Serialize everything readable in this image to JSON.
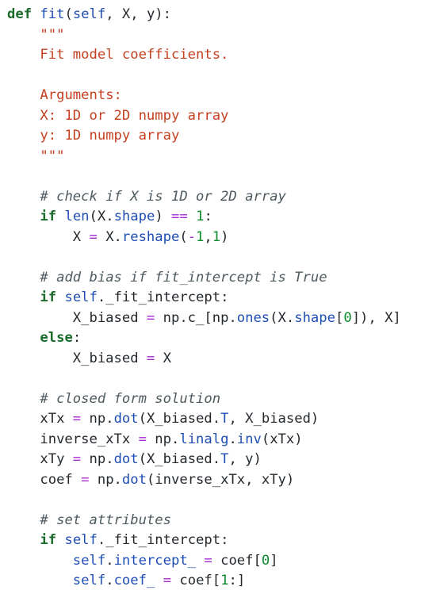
{
  "code": {
    "lines": [
      [
        [
          "kw",
          "def"
        ],
        [
          "id",
          " "
        ],
        [
          "fn",
          "fit"
        ],
        [
          "id",
          "("
        ],
        [
          "attr",
          "self"
        ],
        [
          "id",
          ", X, y):"
        ]
      ],
      [
        [
          "id",
          "    "
        ],
        [
          "str",
          "\"\"\""
        ]
      ],
      [
        [
          "id",
          "    "
        ],
        [
          "str",
          "Fit model coefficients."
        ]
      ],
      [
        [
          "id",
          ""
        ]
      ],
      [
        [
          "id",
          "    "
        ],
        [
          "str",
          "Arguments:"
        ]
      ],
      [
        [
          "id",
          "    "
        ],
        [
          "str",
          "X: 1D or 2D numpy array"
        ]
      ],
      [
        [
          "id",
          "    "
        ],
        [
          "str",
          "y: 1D numpy array"
        ]
      ],
      [
        [
          "id",
          "    "
        ],
        [
          "str",
          "\"\"\""
        ]
      ],
      [
        [
          "id",
          ""
        ]
      ],
      [
        [
          "id",
          "    "
        ],
        [
          "cm",
          "# check if X is 1D or 2D array"
        ]
      ],
      [
        [
          "id",
          "    "
        ],
        [
          "kw",
          "if"
        ],
        [
          "id",
          " "
        ],
        [
          "fn",
          "len"
        ],
        [
          "id",
          "(X."
        ],
        [
          "attr",
          "shape"
        ],
        [
          "id",
          ") "
        ],
        [
          "op",
          "=="
        ],
        [
          "id",
          " "
        ],
        [
          "num",
          "1"
        ],
        [
          "id",
          ":"
        ]
      ],
      [
        [
          "id",
          "        X "
        ],
        [
          "op",
          "="
        ],
        [
          "id",
          " X."
        ],
        [
          "attr",
          "reshape"
        ],
        [
          "id",
          "("
        ],
        [
          "op",
          "-"
        ],
        [
          "num",
          "1"
        ],
        [
          "id",
          ","
        ],
        [
          "num",
          "1"
        ],
        [
          "id",
          ")"
        ]
      ],
      [
        [
          "id",
          ""
        ]
      ],
      [
        [
          "id",
          "    "
        ],
        [
          "cm",
          "# add bias if fit_intercept is True"
        ]
      ],
      [
        [
          "id",
          "    "
        ],
        [
          "kw",
          "if"
        ],
        [
          "id",
          " "
        ],
        [
          "attr",
          "self"
        ],
        [
          "id",
          "._fit_intercept:"
        ]
      ],
      [
        [
          "id",
          "        X_biased "
        ],
        [
          "op",
          "="
        ],
        [
          "id",
          " np.c_[np."
        ],
        [
          "attr",
          "ones"
        ],
        [
          "id",
          "(X."
        ],
        [
          "attr",
          "shape"
        ],
        [
          "id",
          "["
        ],
        [
          "num",
          "0"
        ],
        [
          "id",
          "]), X]"
        ]
      ],
      [
        [
          "id",
          "    "
        ],
        [
          "kw",
          "else"
        ],
        [
          "id",
          ":"
        ]
      ],
      [
        [
          "id",
          "        X_biased "
        ],
        [
          "op",
          "="
        ],
        [
          "id",
          " X"
        ]
      ],
      [
        [
          "id",
          ""
        ]
      ],
      [
        [
          "id",
          "    "
        ],
        [
          "cm",
          "# closed form solution"
        ]
      ],
      [
        [
          "id",
          "    xTx "
        ],
        [
          "op",
          "="
        ],
        [
          "id",
          " np."
        ],
        [
          "attr",
          "dot"
        ],
        [
          "id",
          "(X_biased."
        ],
        [
          "attr",
          "T"
        ],
        [
          "id",
          ", X_biased)"
        ]
      ],
      [
        [
          "id",
          "    inverse_xTx "
        ],
        [
          "op",
          "="
        ],
        [
          "id",
          " np."
        ],
        [
          "attr",
          "linalg"
        ],
        [
          "id",
          "."
        ],
        [
          "attr",
          "inv"
        ],
        [
          "id",
          "(xTx)"
        ]
      ],
      [
        [
          "id",
          "    xTy "
        ],
        [
          "op",
          "="
        ],
        [
          "id",
          " np."
        ],
        [
          "attr",
          "dot"
        ],
        [
          "id",
          "(X_biased."
        ],
        [
          "attr",
          "T"
        ],
        [
          "id",
          ", y)"
        ]
      ],
      [
        [
          "id",
          "    coef "
        ],
        [
          "op",
          "="
        ],
        [
          "id",
          " np."
        ],
        [
          "attr",
          "dot"
        ],
        [
          "id",
          "(inverse_xTx, xTy)"
        ]
      ],
      [
        [
          "id",
          ""
        ]
      ],
      [
        [
          "id",
          "    "
        ],
        [
          "cm",
          "# set attributes"
        ]
      ],
      [
        [
          "id",
          "    "
        ],
        [
          "kw",
          "if"
        ],
        [
          "id",
          " "
        ],
        [
          "attr",
          "self"
        ],
        [
          "id",
          "._fit_intercept:"
        ]
      ],
      [
        [
          "id",
          "        "
        ],
        [
          "attr",
          "self"
        ],
        [
          "id",
          "."
        ],
        [
          "attr",
          "intercept_"
        ],
        [
          "id",
          " "
        ],
        [
          "op",
          "="
        ],
        [
          "id",
          " coef["
        ],
        [
          "num",
          "0"
        ],
        [
          "id",
          "]"
        ]
      ],
      [
        [
          "id",
          "        "
        ],
        [
          "attr",
          "self"
        ],
        [
          "id",
          "."
        ],
        [
          "attr",
          "coef_"
        ],
        [
          "id",
          " "
        ],
        [
          "op",
          "="
        ],
        [
          "id",
          " coef["
        ],
        [
          "num",
          "1"
        ],
        [
          "id",
          ":]"
        ]
      ]
    ]
  }
}
